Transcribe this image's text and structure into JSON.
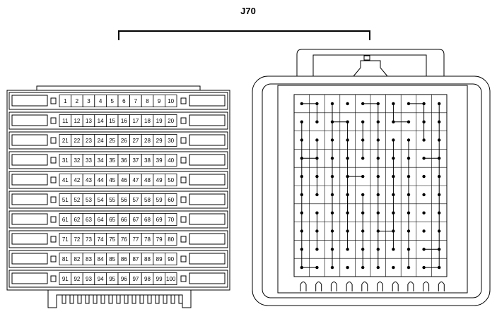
{
  "connector": {
    "title": "J70",
    "rows": [
      {
        "pins": [
          "1",
          "2",
          "3",
          "4",
          "5",
          "6",
          "7",
          "8",
          "9",
          "10"
        ]
      },
      {
        "pins": [
          "11",
          "12",
          "13",
          "14",
          "15",
          "16",
          "17",
          "18",
          "19",
          "20"
        ]
      },
      {
        "pins": [
          "21",
          "22",
          "23",
          "24",
          "25",
          "26",
          "27",
          "28",
          "29",
          "30"
        ]
      },
      {
        "pins": [
          "31",
          "32",
          "33",
          "34",
          "35",
          "36",
          "37",
          "38",
          "39",
          "40"
        ]
      },
      {
        "pins": [
          "41",
          "42",
          "43",
          "44",
          "45",
          "46",
          "47",
          "48",
          "49",
          "50"
        ]
      },
      {
        "pins": [
          "51",
          "52",
          "53",
          "54",
          "55",
          "56",
          "57",
          "58",
          "59",
          "60"
        ]
      },
      {
        "pins": [
          "61",
          "62",
          "63",
          "64",
          "65",
          "66",
          "67",
          "68",
          "69",
          "70"
        ]
      },
      {
        "pins": [
          "71",
          "72",
          "73",
          "74",
          "75",
          "76",
          "77",
          "78",
          "79",
          "80"
        ]
      },
      {
        "pins": [
          "81",
          "82",
          "83",
          "84",
          "85",
          "86",
          "87",
          "88",
          "89",
          "90"
        ]
      },
      {
        "pins": [
          "91",
          "92",
          "93",
          "94",
          "95",
          "96",
          "97",
          "98",
          "99",
          "100"
        ]
      }
    ]
  }
}
